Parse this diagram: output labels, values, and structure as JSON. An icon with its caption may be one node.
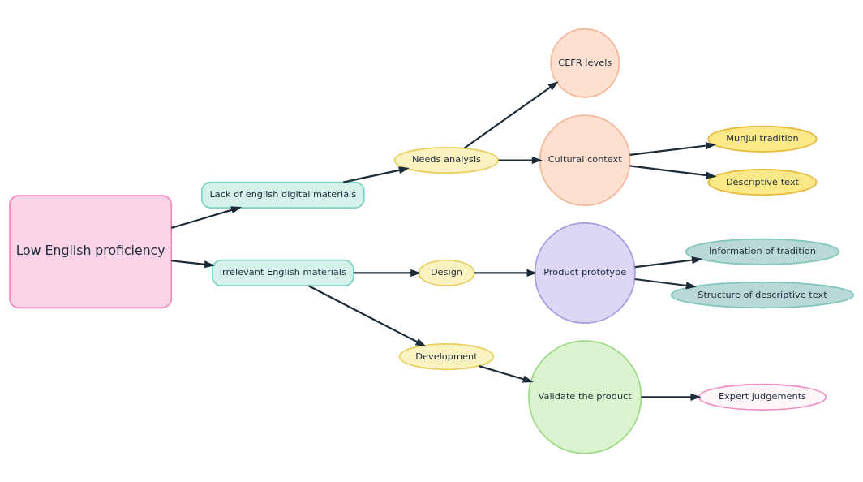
{
  "diagram": {
    "nodes": [
      {
        "text": [
          "Low English proficiency"
        ]
      },
      {
        "text": [
          "Lack of english digital materials"
        ]
      },
      {
        "text": [
          "Irrelevant English materials"
        ]
      },
      {
        "text": [
          "Needs analysis"
        ]
      },
      {
        "text": [
          "Design"
        ]
      },
      {
        "text": [
          "Development"
        ]
      },
      {
        "text": [
          "CEFR levels"
        ]
      },
      {
        "text": [
          "Cultural context"
        ]
      },
      {
        "text": [
          "Product prototype"
        ]
      },
      {
        "text": [
          "Validate the product"
        ]
      },
      {
        "text": [
          "Munjul tradition"
        ]
      },
      {
        "text": [
          "Descriptive text"
        ]
      },
      {
        "text": [
          "Information of tradition"
        ]
      },
      {
        "text": [
          "Structure of descriptive text"
        ]
      },
      {
        "text": [
          "Expert judgements"
        ]
      }
    ],
    "edges": [
      {
        "from": 0,
        "to": 1,
        "arrow": "to"
      },
      {
        "from": 0,
        "to": 2,
        "arrow": "to"
      },
      {
        "from": 1,
        "to": 3,
        "arrow": "to"
      },
      {
        "from": 2,
        "to": 4,
        "arrow": "to"
      },
      {
        "from": 2,
        "to": 5,
        "arrow": "to"
      },
      {
        "from": 3,
        "to": 6,
        "arrow": "to"
      },
      {
        "from": 3,
        "to": 7,
        "arrow": "to"
      },
      {
        "from": 7,
        "to": 10,
        "arrow": "to"
      },
      {
        "from": 7,
        "to": 11,
        "arrow": "to"
      },
      {
        "from": 4,
        "to": 8,
        "arrow": "to"
      },
      {
        "from": 8,
        "to": 12,
        "arrow": "to"
      },
      {
        "from": 8,
        "to": 13,
        "arrow": "to"
      },
      {
        "from": 5,
        "to": 9,
        "arrow": "to"
      },
      {
        "from": 9,
        "to": 14,
        "arrow": "to"
      }
    ]
  }
}
